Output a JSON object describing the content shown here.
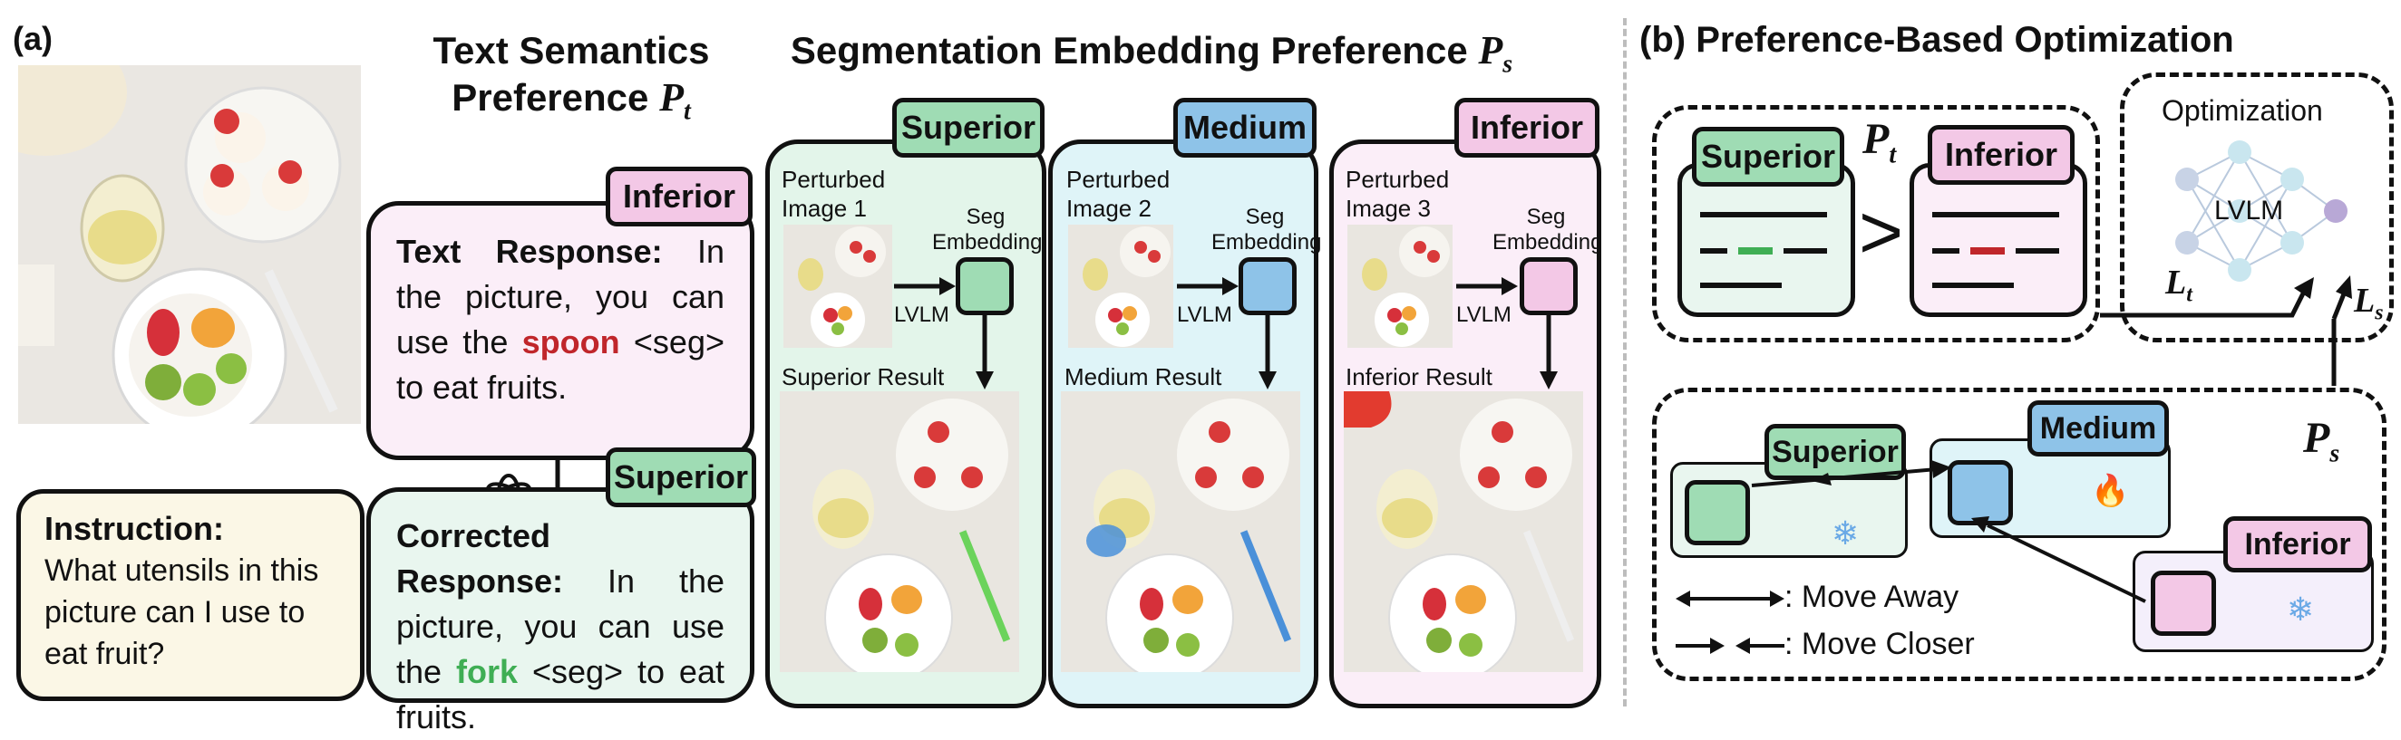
{
  "panel_a": {
    "label": "(a)",
    "instruction": {
      "heading": "Instruction:",
      "text": "What utensils in this picture can I use to eat fruit?"
    },
    "text_pref": {
      "title_line1": "Text Semantics",
      "title_line2": "Preference",
      "symbol": "P",
      "subscript": "t",
      "inferior_tag": "Inferior",
      "superior_tag": "Superior",
      "text_response_heading": "Text Response:",
      "text_response_pre": "In the picture, you can use the",
      "text_response_key": "spoon",
      "text_response_post": "<seg> to eat fruits.",
      "corrected_heading": "Corrected Response:",
      "corrected_pre": "In the picture, you can use the",
      "corrected_key": "fork",
      "corrected_post": "<seg> to eat fruits."
    },
    "seg_pref": {
      "title": "Segmentation Embedding Preference",
      "symbol": "P",
      "subscript": "s",
      "columns": [
        {
          "tag": "Superior",
          "image_label": "Perturbed Image 1",
          "embed_label": "Seg Embedding",
          "model": "LVLM",
          "result_label": "Superior Result"
        },
        {
          "tag": "Medium",
          "image_label": "Perturbed Image 2",
          "embed_label": "Seg Embedding",
          "model": "LVLM",
          "result_label": "Medium Result"
        },
        {
          "tag": "Inferior",
          "image_label": "Perturbed Image 3",
          "embed_label": "Seg Embedding",
          "model": "LVLM",
          "result_label": "Inferior Result"
        }
      ]
    }
  },
  "panel_b": {
    "label": "(b) Preference-Based Optimization",
    "pt_symbol": "P",
    "pt_sub": "t",
    "superior_tag": "Superior",
    "inferior_tag": "Inferior",
    "gt": ">",
    "optimization_label": "Optimization",
    "network_label": "LVLM",
    "lt_symbol": "L",
    "lt_sub": "t",
    "ls_symbol": "L",
    "ls_sub": "s",
    "ps_symbol": "P",
    "ps_sub": "s",
    "ps_superior_tag": "Superior",
    "ps_medium_tag": "Medium",
    "ps_inferior_tag": "Inferior",
    "legend_away": ": Move Away",
    "legend_closer": ": Move Closer"
  },
  "colors": {
    "superior": "#9fdcb4",
    "medium": "#8ec3e8",
    "inferior": "#f3c8e6",
    "spoon_red": "#c0262b",
    "fork_green": "#3fae54"
  }
}
